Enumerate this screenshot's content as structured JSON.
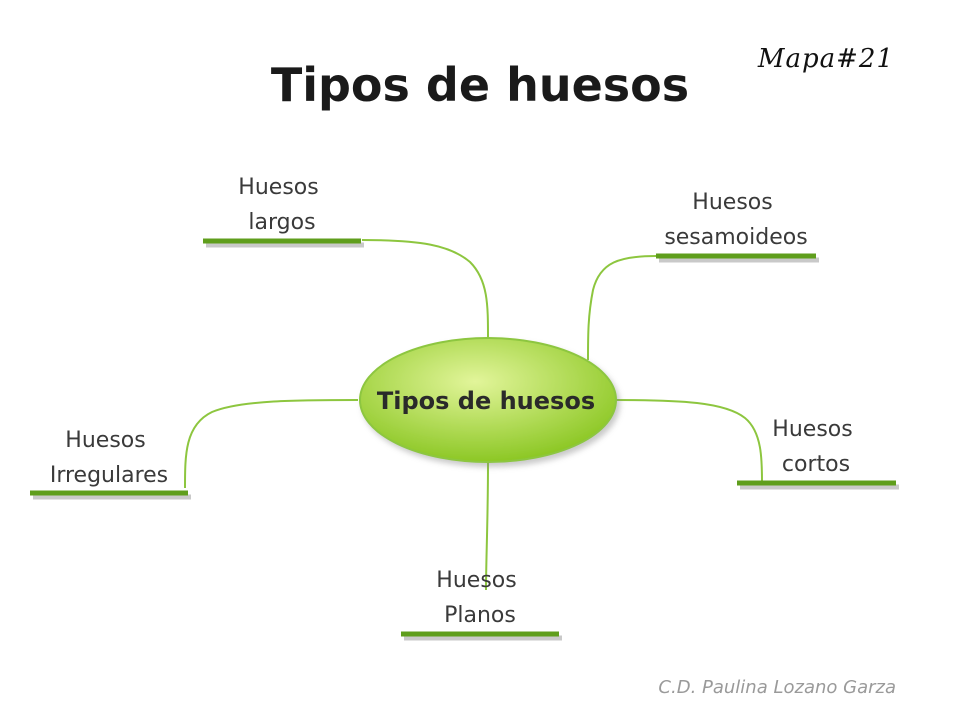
{
  "header": {
    "title": "Tipos de huesos",
    "map_number": "Mapa#21"
  },
  "footer": {
    "author": "C.D. Paulina Lozano Garza"
  },
  "colors": {
    "node_fill_light": "#d6f07a",
    "node_fill_dark": "#8bc61f",
    "node_stroke": "#8dc63f",
    "branch": "#8dc63f",
    "underline": "#5f9e1c"
  },
  "center": {
    "label": "Tipos de huesos"
  },
  "nodes": [
    {
      "id": "largos",
      "lines": [
        "Huesos",
        "largos"
      ]
    },
    {
      "id": "sesamoideos",
      "lines": [
        "Huesos",
        "sesamoideos"
      ]
    },
    {
      "id": "irregulares",
      "lines": [
        "Huesos",
        "Irregulares"
      ]
    },
    {
      "id": "cortos",
      "lines": [
        "Huesos",
        "cortos"
      ]
    },
    {
      "id": "planos",
      "lines": [
        "Huesos",
        "Planos"
      ]
    }
  ]
}
